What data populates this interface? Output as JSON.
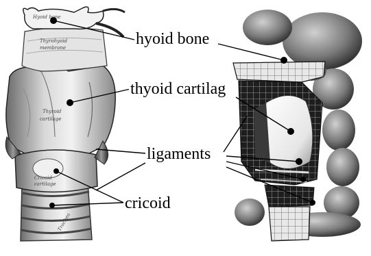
{
  "labels": {
    "hyoid_bone": "hyoid bone",
    "thyroid_cartilage": "thyoid cartilag",
    "ligaments": "ligaments",
    "cricoid": "cricoid"
  },
  "engraving_text": {
    "hyoid": "Hyoid bone",
    "membrane_1": "Thyrohyoid",
    "membrane_2": "membrane",
    "thyroid_1": "Thyroid",
    "thyroid_2": "cartilage",
    "cricoid_1": "Cricoid",
    "cricoid_2": "cartilage",
    "trachea": "Trachea"
  },
  "colors": {
    "ink": "#000000",
    "paper": "#ffffff"
  }
}
